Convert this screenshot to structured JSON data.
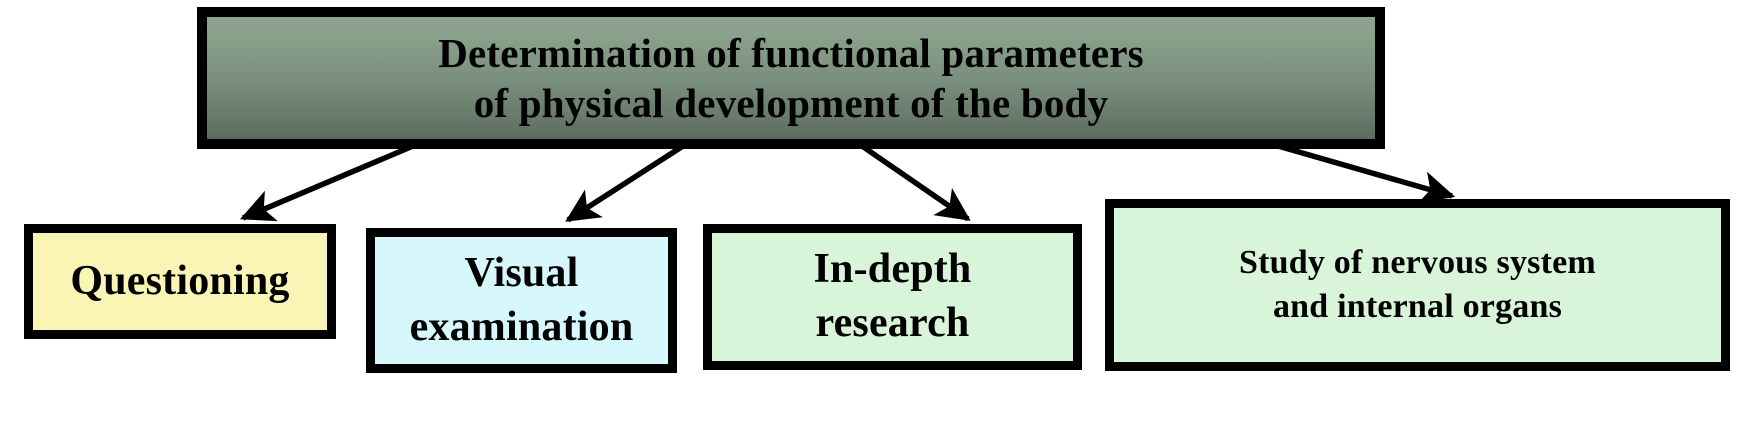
{
  "diagram": {
    "type": "flowchart",
    "orientation": "top-down",
    "background_color": "#ffffff",
    "root": {
      "label": "Determination of functional parameters\nof physical development of the body",
      "line1": "Determination of functional parameters",
      "line2": "of physical development of the body",
      "fill_gradient_top": "#8fa490",
      "fill_gradient_bottom": "#5b6b5e",
      "border_color": "#000000",
      "text_color": "#000000"
    },
    "children": [
      {
        "id": "questioning",
        "label": "Questioning",
        "line1": "Questioning",
        "line2": "",
        "fill": "#faf5b4",
        "border_color": "#000000",
        "text_color": "#000000"
      },
      {
        "id": "visual-examination",
        "label": "Visual examination",
        "line1": "Visual",
        "line2": "examination",
        "fill": "#d6f7fb",
        "border_color": "#000000",
        "text_color": "#000000"
      },
      {
        "id": "in-depth-research",
        "label": "In-depth research",
        "line1": "In-depth",
        "line2": "research",
        "fill": "#d8f5da",
        "border_color": "#000000",
        "text_color": "#000000"
      },
      {
        "id": "study-of-nervous-system",
        "label": "Study of nervous system and internal organs",
        "line1": "Study of nervous system",
        "line2": "and internal organs",
        "fill": "#d8f5da",
        "border_color": "#000000",
        "text_color": "#000000"
      }
    ],
    "connectors": [
      {
        "from": "root",
        "to": "questioning",
        "style": "solid-arrow",
        "color": "#000000"
      },
      {
        "from": "root",
        "to": "visual-examination",
        "style": "solid-arrow",
        "color": "#000000"
      },
      {
        "from": "root",
        "to": "in-depth-research",
        "style": "solid-arrow",
        "color": "#000000"
      },
      {
        "from": "root",
        "to": "study-of-nervous-system",
        "style": "solid-arrow",
        "color": "#000000"
      }
    ]
  }
}
